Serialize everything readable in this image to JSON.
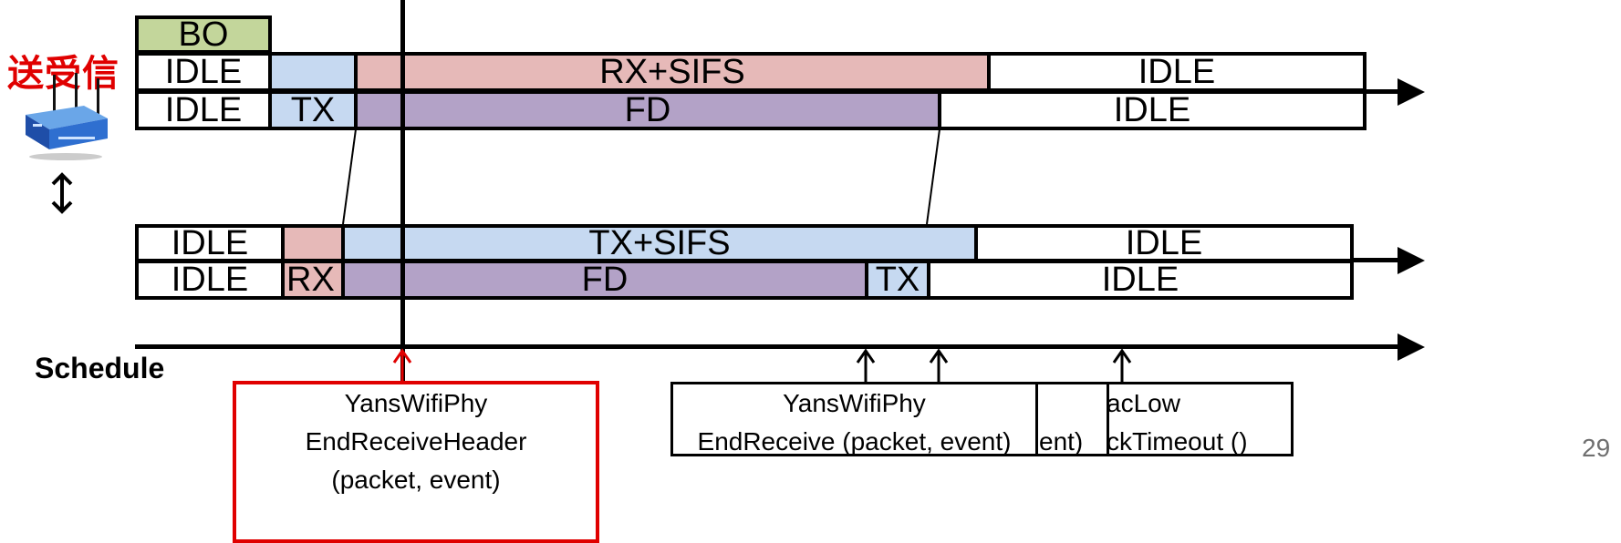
{
  "node_label": "送受信",
  "colors": {
    "bo": "#c3d69b",
    "tx": "#c6d9f1",
    "rx": "#e6b9b8",
    "fd": "#b3a2c7",
    "idle": "#ffffff",
    "highlight": "#e00000"
  },
  "rows": {
    "bo_label": "BO",
    "sender_rx": [
      "IDLE",
      "RX+SIFS",
      "IDLE"
    ],
    "sender_tx": [
      "IDLE",
      "TX",
      "FD",
      "IDLE"
    ],
    "receiver_rx": [
      "IDLE",
      "TX+SIFS",
      "IDLE"
    ],
    "receiver_tx": [
      "IDLE",
      "RX",
      "FD",
      "TX",
      "IDLE"
    ]
  },
  "schedule_label": "Schedule",
  "events": {
    "header": [
      "YansWifiPhy",
      "EndReceiveHeader",
      "(packet, event)"
    ],
    "end_receive": [
      "YansWifiPhy",
      "EndReceive (packet, event)"
    ],
    "fragment": "ent)",
    "timeout": [
      "acLow",
      "ckTimeout ()"
    ]
  },
  "page_number": "29"
}
